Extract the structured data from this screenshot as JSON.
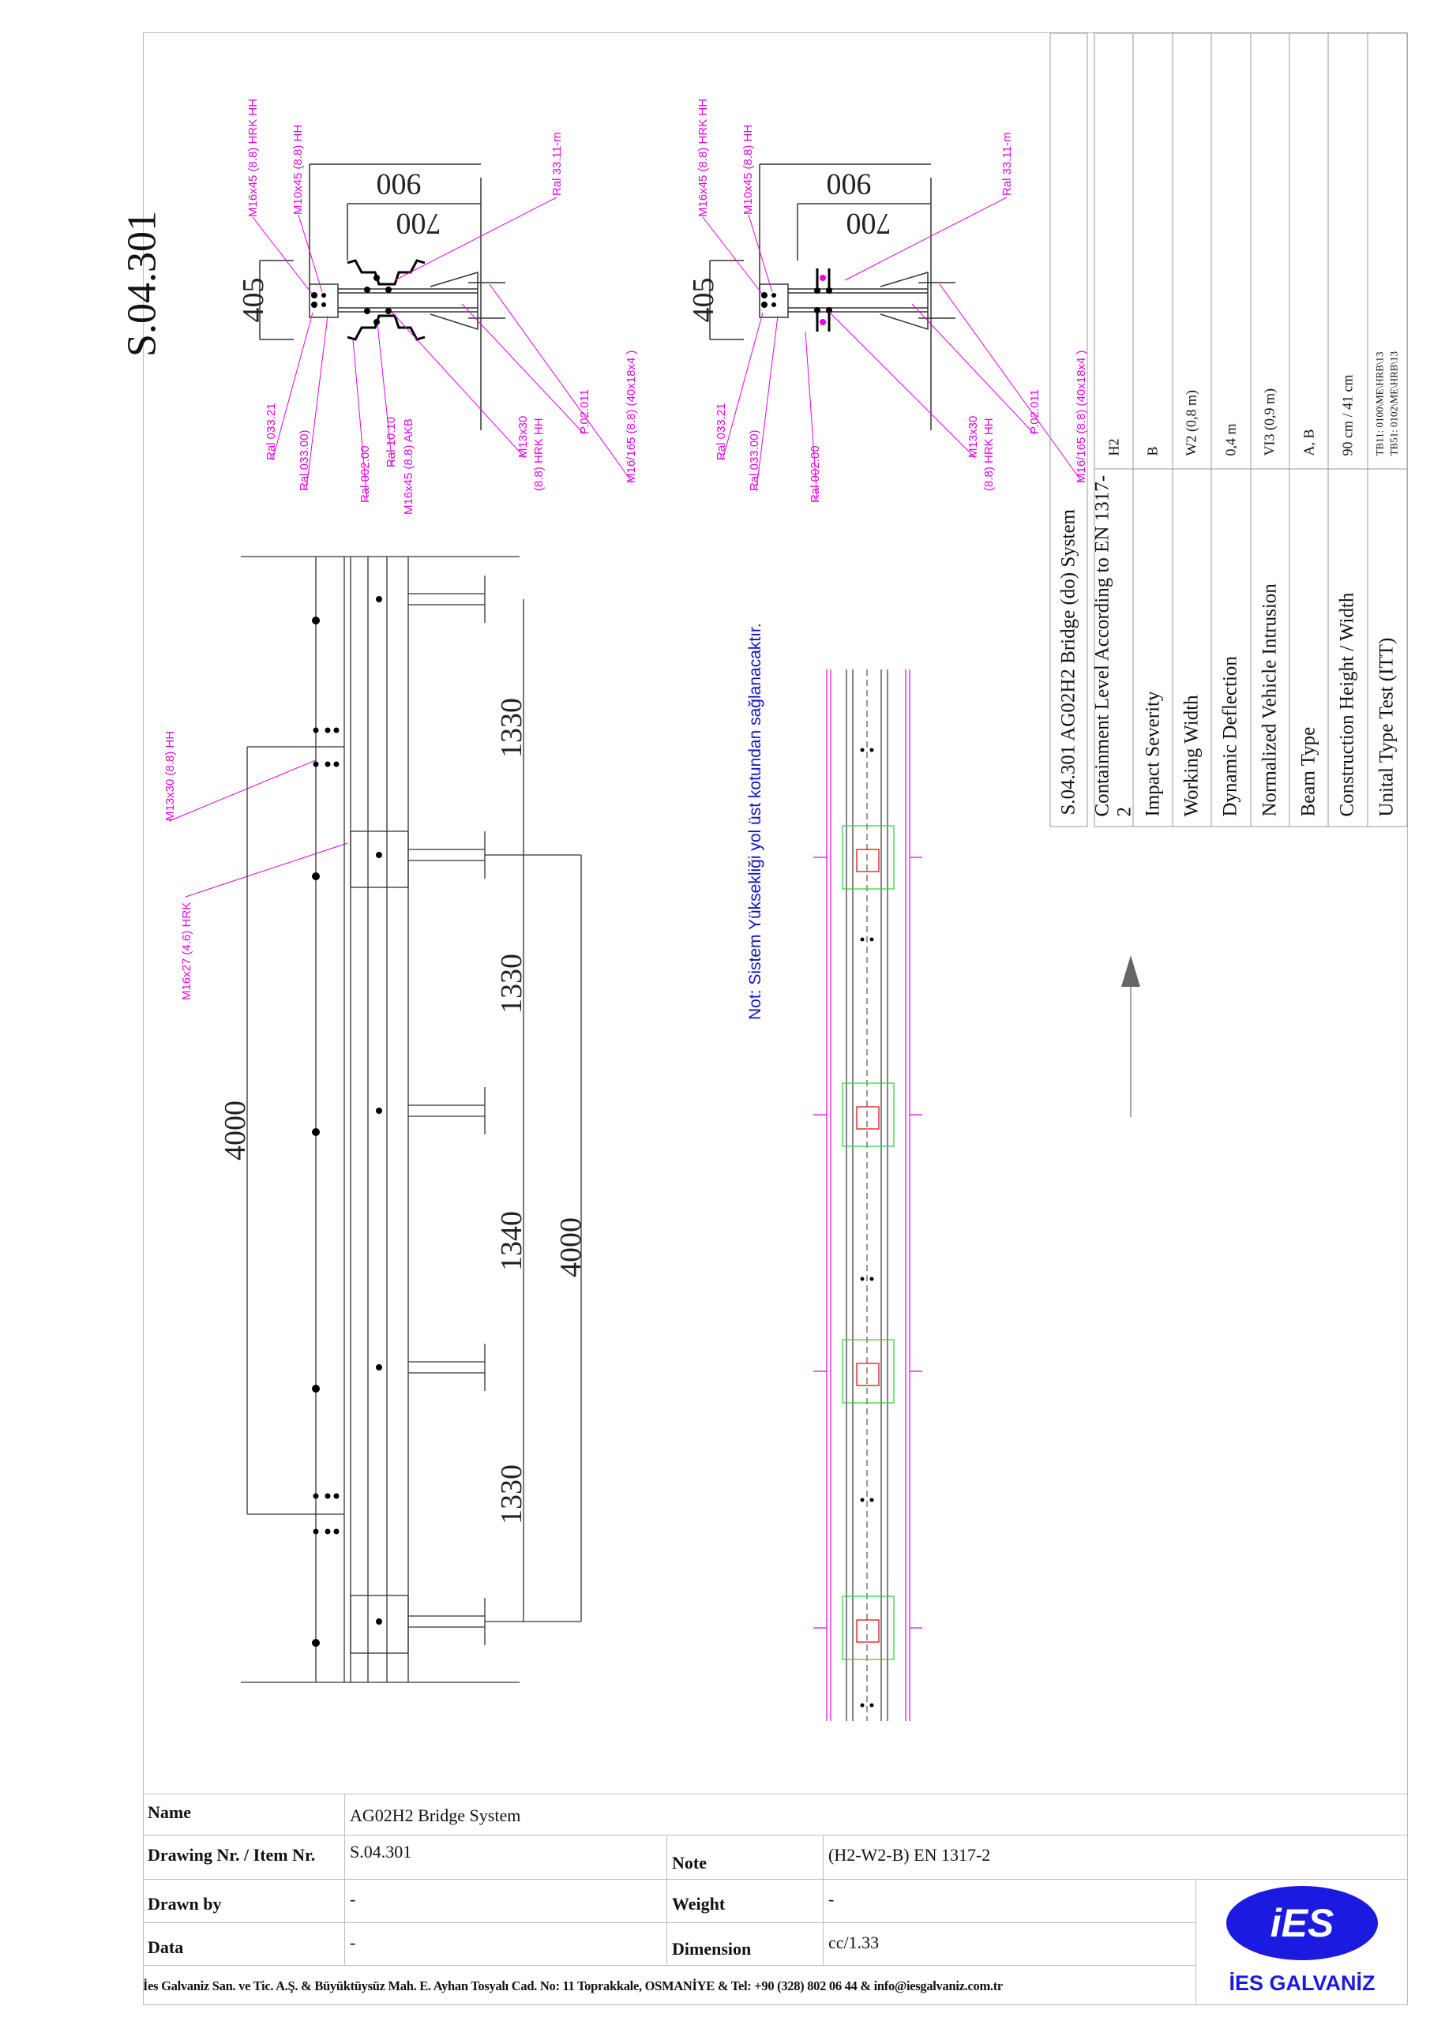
{
  "sheet_number": "S.04.301",
  "spec_table": {
    "title": "S.04.301 AG02H2 Bridge (do) System",
    "rows": [
      {
        "label": "Containment Level According to EN 1317-2",
        "value": "H2"
      },
      {
        "label": "Impact Severity",
        "value": "B"
      },
      {
        "label": "Working Width",
        "value": "W2 (0,8 m)"
      },
      {
        "label": "Dynamic Deflection",
        "value": "0,4 m"
      },
      {
        "label": "Normalized Vehicle Intrusion",
        "value": "VI3 (0,9 m)"
      },
      {
        "label": "Beam Type",
        "value": "A, B"
      },
      {
        "label": "Construction Height / Width",
        "value": "90 cm / 41 cm"
      },
      {
        "label": "Unital Type Test (ITT)",
        "value": "TB11: 0100\\ME\\HRB\\13",
        "value2": "TB51: 0102\\ME\\HRB\\13"
      }
    ]
  },
  "section_a": {
    "dims": {
      "d900": "900",
      "d700": "700",
      "d405": "405"
    },
    "labels": {
      "m16x45_hrk": "M16x45 (8.8) HRK HH",
      "m10x45": "M10x45 (8.8) HH",
      "ral3311": "Ral  33.11-m",
      "ral03321": "Ral 033.21",
      "ral03300": "Ral 033.00)",
      "ral00200": "Ral 002.00",
      "ral1010": "Ral 10.10",
      "m16x45_akb": "M16x45 (8.8) AKB",
      "m13x30": "M13x30",
      "hrkhh": "(8.8) HRK HH",
      "p02011": "P.02.011",
      "m16165": "M16/165  (8.8) (40x18x4 )"
    }
  },
  "section_b": {
    "dims": {
      "d900": "900",
      "d700": "700",
      "d405": "405"
    },
    "labels": {
      "m16x45_hrk": "M16x45 (8.8) HRK HH",
      "m10x45": "M10x45 (8.8) HH",
      "ral3311": "Ral  33.11-m",
      "ral03321": "Ral 033.21",
      "ral03300": "Ral 033.00)",
      "ral00200": "Ral 002.00",
      "m13x30": "M13x30",
      "hrkhh": "(8.8) HRK HH",
      "p02011": "P.02.011",
      "m16165": "M16/165  (8.8) (40x18x4 )"
    }
  },
  "plan": {
    "spacing_labels": [
      "1330",
      "1330",
      "1340",
      "1330"
    ],
    "total_left": "4000",
    "total_right": "4000",
    "label_m13": "M13x30 (8.8) HH",
    "label_m16": "M16x27 (4.6) HRK"
  },
  "note": "Not: Sistem Yüksekliği yol üst kotundan sağlanacaktır.",
  "title_block": {
    "name_label": "Name",
    "name_value": "AG02H2 Bridge System",
    "drawing_label": "Drawing Nr. / Item Nr.",
    "drawing_value": "S.04.301",
    "note_label": "Note",
    "note_value": "(H2-W2-B)  EN 1317-2",
    "drawn_label": "Drawn by",
    "drawn_value": "-",
    "weight_label": "Weight",
    "weight_value": "-",
    "data_label": "Data",
    "data_value": "-",
    "dimension_label": "Dimension",
    "dimension_value": "cc/1.33",
    "footer": "İes Galvaniz San. ve Tic. A.Ş. & Büyüktüysüz Mah. E. Ayhan Tosyalı Cad. No: 11 Toprakkale, OSMANİYE & Tel: +90 (328) 802 06 44 & info@iesgalvaniz.com.tr",
    "logo_mark": "iES",
    "logo_text": "İES GALVANİZ"
  },
  "colors": {
    "annotation": "#e600e6",
    "note": "#1010c8",
    "logo": "#1a1ae0",
    "green": "#33cc33"
  }
}
